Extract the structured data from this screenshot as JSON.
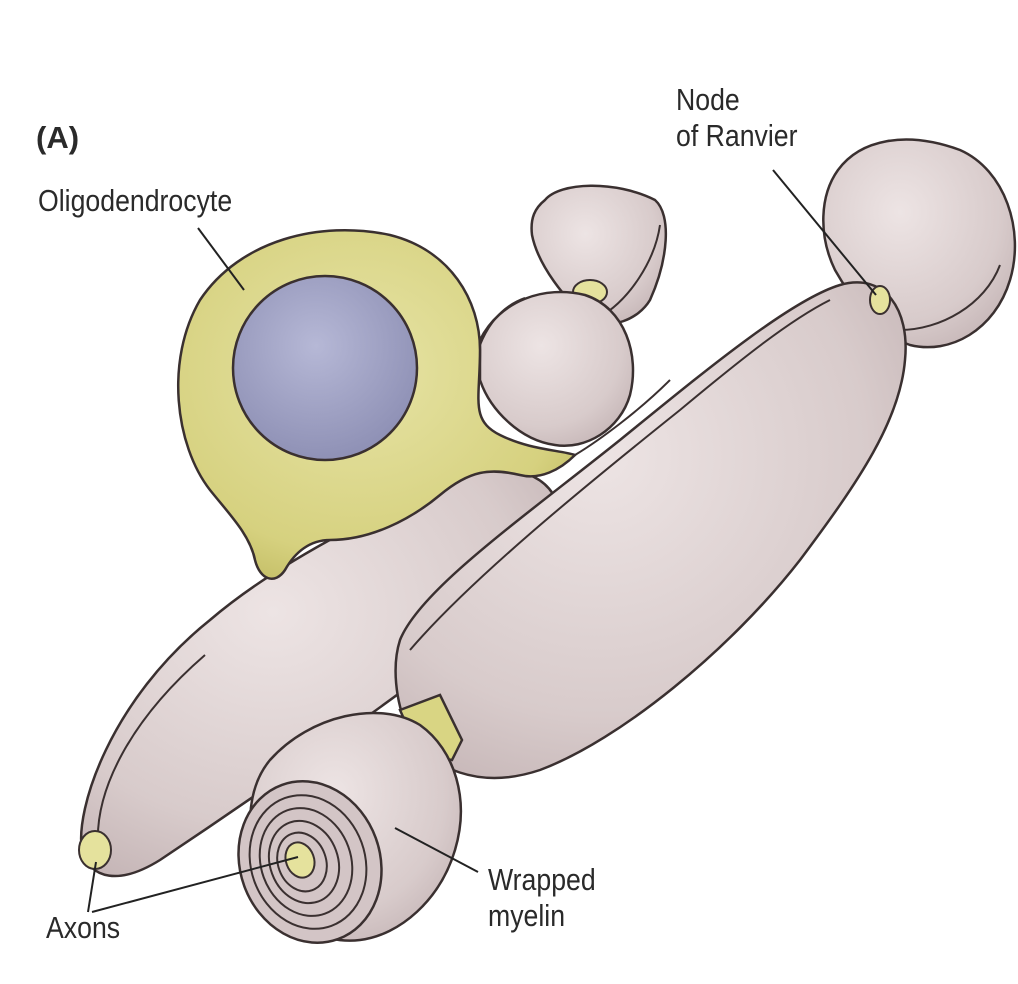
{
  "figure": {
    "panel_letter": "(A)",
    "labels": {
      "oligodendrocyte": "Oligodendrocyte",
      "node_line1": "Node",
      "node_line2": "of Ranvier",
      "wrapped_line1": "Wrapped",
      "wrapped_line2": "myelin",
      "axons": "Axons"
    }
  },
  "colors": {
    "myelin": "#d9cccc",
    "myelin_shade": "#c6b7b8",
    "myelin_highlight": "#ece3e3",
    "outline": "#3a3030",
    "oligodendrocyte": "#d8d488",
    "oligodendrocyte_shade": "#b9b35a",
    "nucleus": "#9b9dbf",
    "axon": "#e5e29d",
    "leader_line": "#222222"
  }
}
